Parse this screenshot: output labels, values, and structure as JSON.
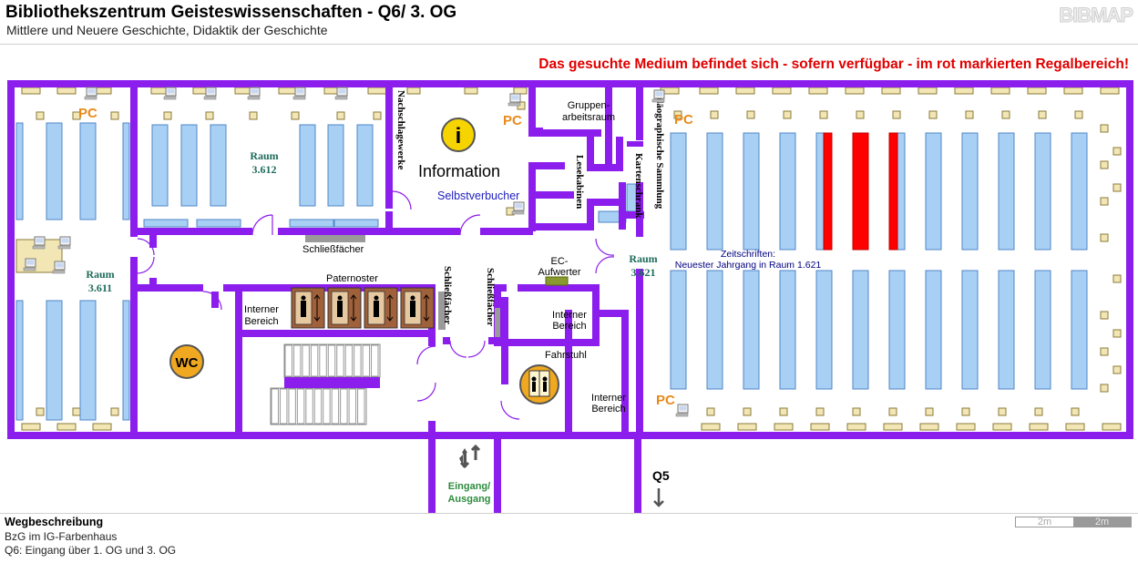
{
  "header": {
    "title": "Bibliothekszentrum Geisteswissenschaften - Q6/ 3. OG",
    "subtitle": "Mittlere und Neuere Geschichte, Didaktik der Geschichte",
    "logo": "BIBMAP",
    "notice": "Das gesuchte Medium befindet sich - sofern verfügbar -  im rot markierten Regalbereich!"
  },
  "colors": {
    "wall": "#8c1eed",
    "shelf": "#a8d0f5",
    "shelf_border": "#4f86c6",
    "highlight_shelf": "#ff0000",
    "pc_label": "#e88a1a",
    "room_label": "#1d6b5a",
    "entrance_label": "#2e8b3e",
    "self_checkout": "#2020c0",
    "notice": "#e00000",
    "desk": "#f2e6b4",
    "paternoster": "#a0603a"
  },
  "map": {
    "rooms": {
      "r3612": "Raum 3.612",
      "r3611": "Raum 3.611",
      "r3621": "Raum 3.621"
    },
    "room_lines": {
      "r3612": [
        "Raum",
        "3.612"
      ],
      "r3611": [
        "Raum",
        "3.611"
      ],
      "r3621": [
        "Raum",
        "3.621"
      ]
    },
    "pc_label": "PC",
    "information": "Information",
    "info_icon": "i",
    "self_checkout": "Selbstverbucher",
    "lockers": "Schließfächer",
    "paternoster": "Paternoster",
    "wc": "WC",
    "elevator": "Fahrstuhl",
    "internal_area": [
      "Interner",
      "Bereich"
    ],
    "group_room": [
      "Gruppen-",
      "arbeitsraum"
    ],
    "ec_charger": [
      "EC-",
      "Aufwerter"
    ],
    "journals": [
      "Zeitschriften:",
      "Neuester Jahrgang in Raum  1.621"
    ],
    "vertical": {
      "reference_works": "Nachschlagewerke",
      "reading_cabins": "Lesekabinen",
      "paleography": "Paläographische Sammlung",
      "map_cabinet": "Kartenschrank",
      "lockers": "Schließfächer"
    },
    "entrance": [
      "Eingang/",
      "Ausgang"
    ],
    "exit_q5": "Q5"
  },
  "footer": {
    "route_title": "Wegbeschreibung",
    "route_line1": "BzG im IG-Farbenhaus",
    "route_line2": "Q6: Eingang über 1. OG und 3. OG",
    "scale_label": "2m"
  },
  "icons": [
    "info-icon",
    "pc-icon",
    "wc-icon",
    "elevator-icon",
    "paternoster-icon",
    "arrow-down-icon",
    "stairs-icon"
  ]
}
